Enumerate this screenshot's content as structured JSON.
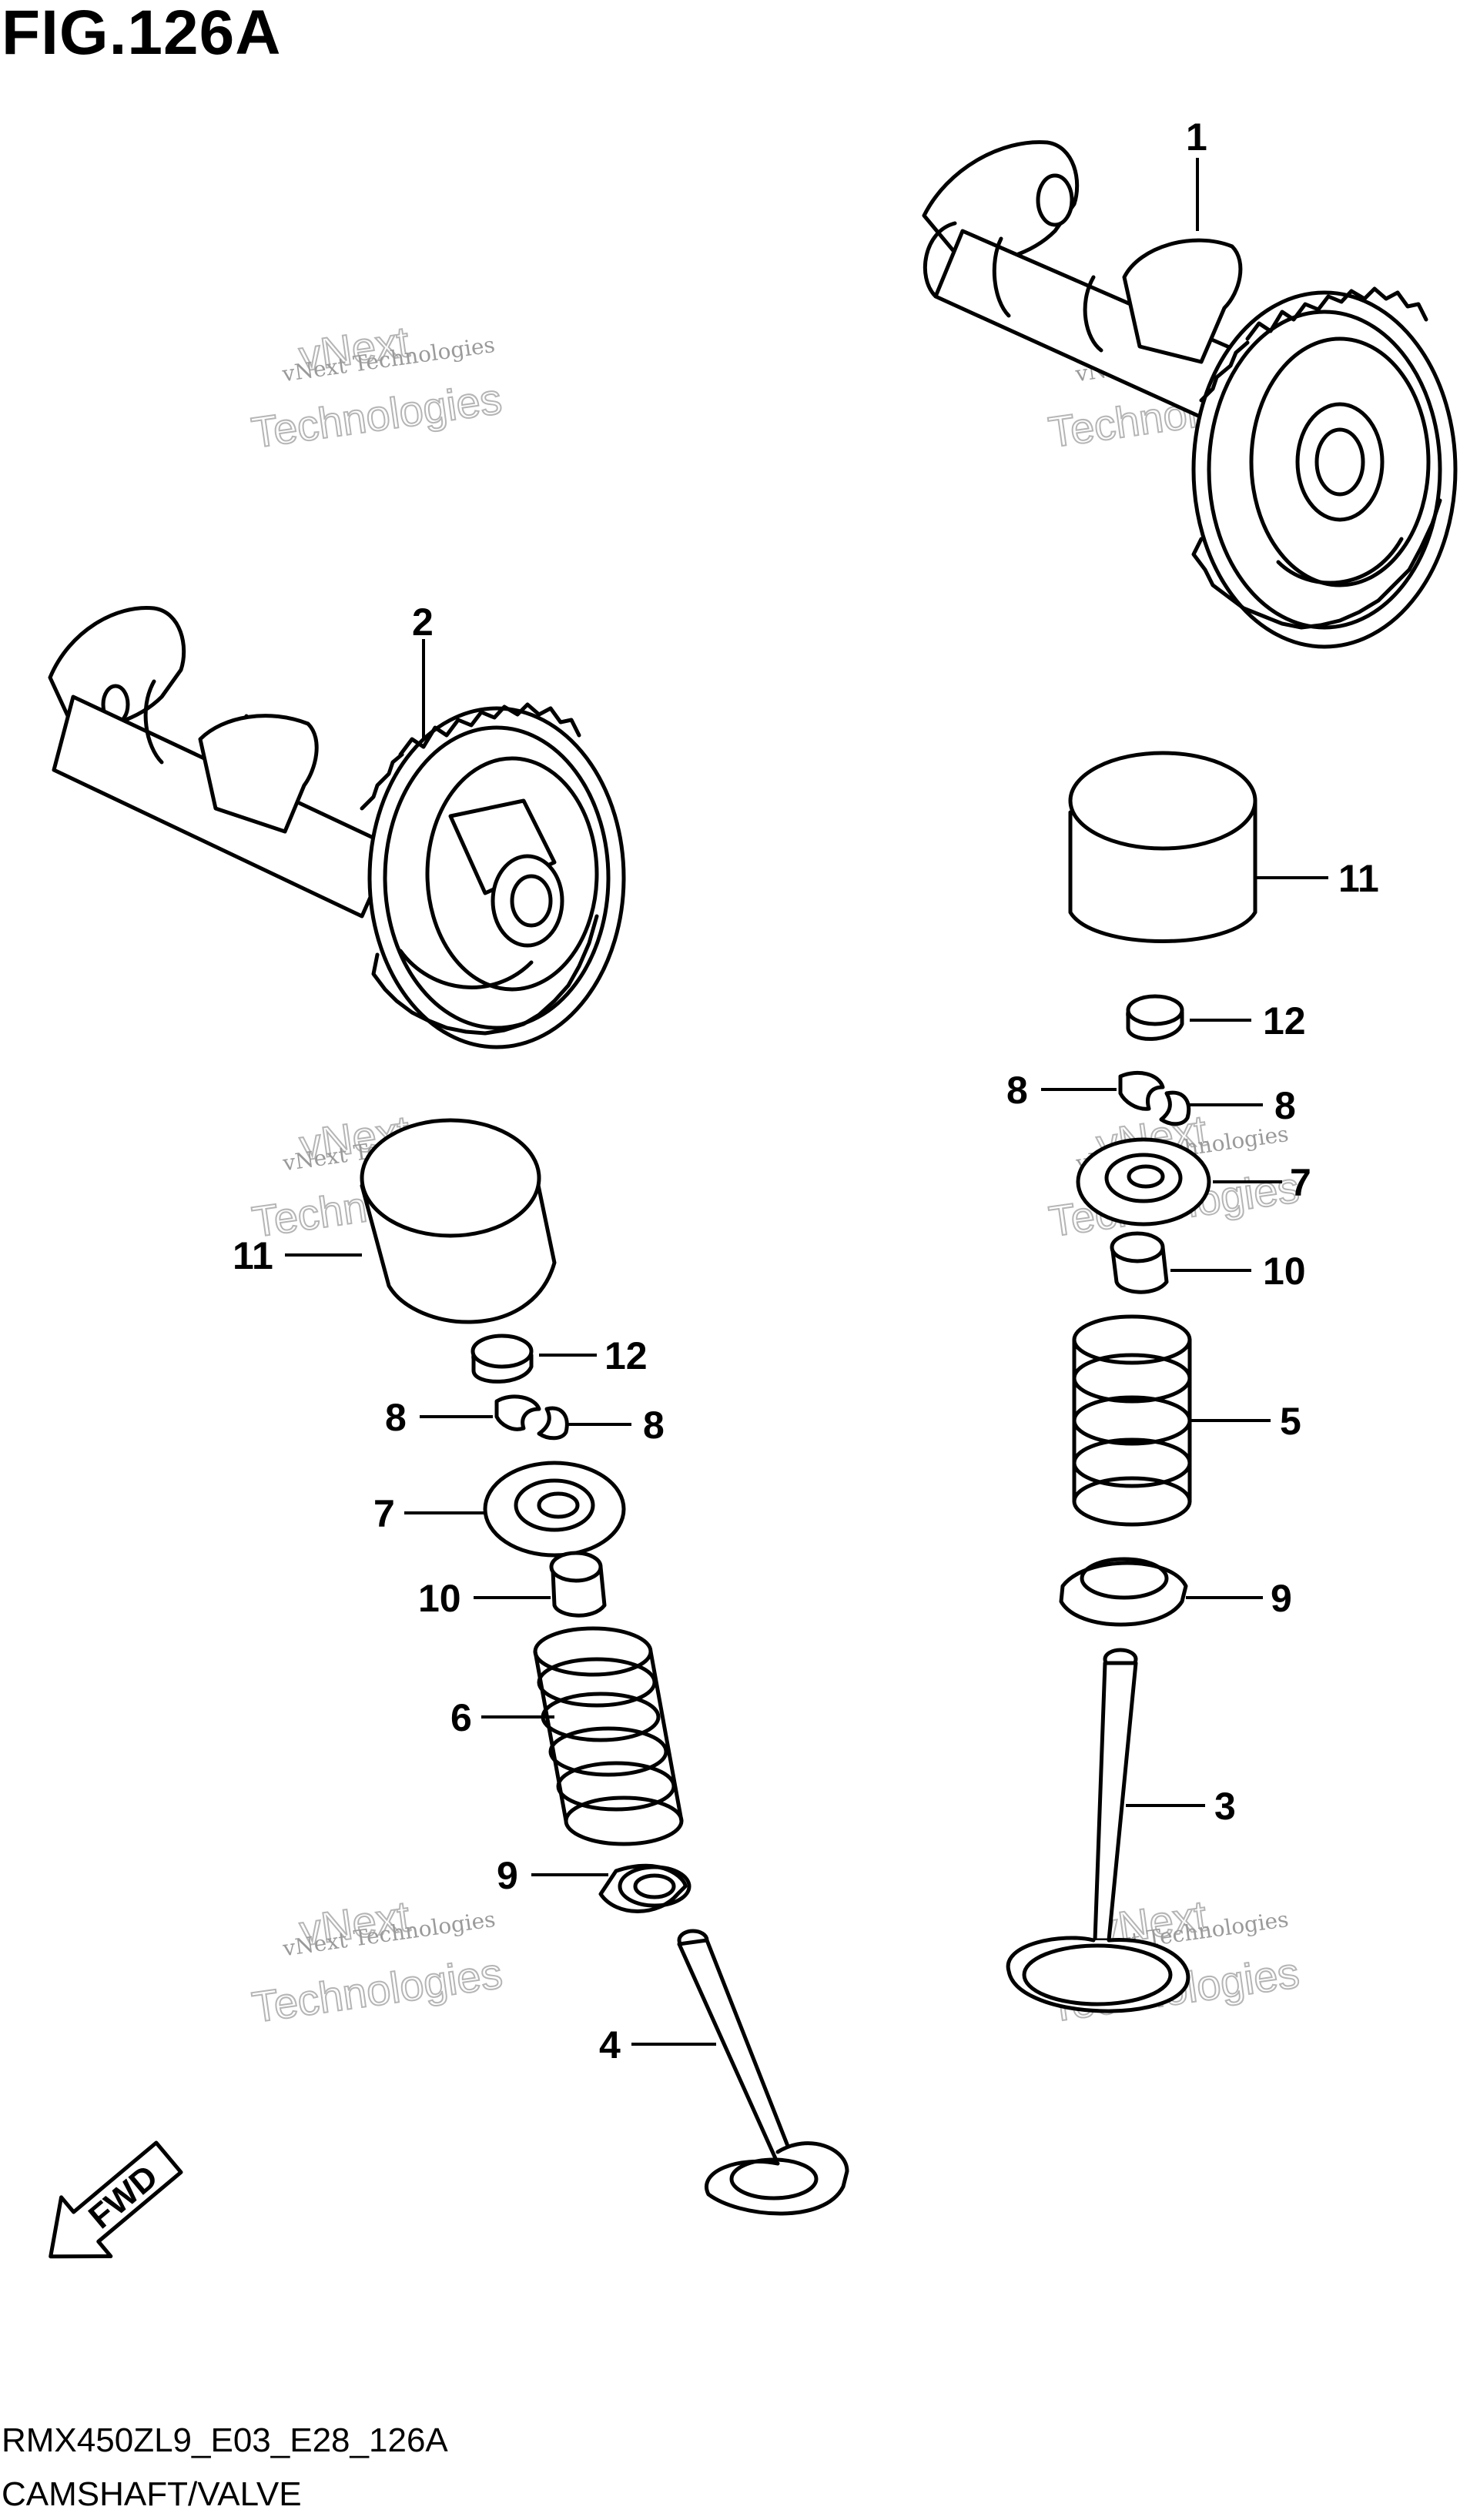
{
  "figure": {
    "title": "FIG.126A",
    "model_code": "RMX450ZL9_E03_E28_126A",
    "section_name": "CAMSHAFT/VALVE"
  },
  "watermark": {
    "line1": "vNext Technologies",
    "line2": "vNext",
    "line3": "Technologies"
  },
  "direction_marker": {
    "label": "FWD",
    "icon": "fwd-arrow-icon"
  },
  "callouts": [
    {
      "number": "1"
    },
    {
      "number": "2"
    },
    {
      "number": "11"
    },
    {
      "number": "11"
    },
    {
      "number": "12"
    },
    {
      "number": "12"
    },
    {
      "number": "8"
    },
    {
      "number": "8"
    },
    {
      "number": "8"
    },
    {
      "number": "8"
    },
    {
      "number": "7"
    },
    {
      "number": "7"
    },
    {
      "number": "10"
    },
    {
      "number": "10"
    },
    {
      "number": "5"
    },
    {
      "number": "6"
    },
    {
      "number": "9"
    },
    {
      "number": "9"
    },
    {
      "number": "3"
    },
    {
      "number": "4"
    }
  ],
  "parts": [
    {
      "name": "camshaft-intake",
      "icon": "camshaft-icon"
    },
    {
      "name": "camshaft-exhaust",
      "icon": "camshaft-icon"
    },
    {
      "name": "tappet",
      "icon": "tappet-icon"
    },
    {
      "name": "shim",
      "icon": "shim-icon"
    },
    {
      "name": "cotter",
      "icon": "cotter-icon"
    },
    {
      "name": "retainer",
      "icon": "retainer-icon"
    },
    {
      "name": "oil-seal",
      "icon": "seal-icon"
    },
    {
      "name": "valve-spring",
      "icon": "spring-icon"
    },
    {
      "name": "spring-seat",
      "icon": "seat-icon"
    },
    {
      "name": "valve",
      "icon": "valve-icon"
    }
  ]
}
